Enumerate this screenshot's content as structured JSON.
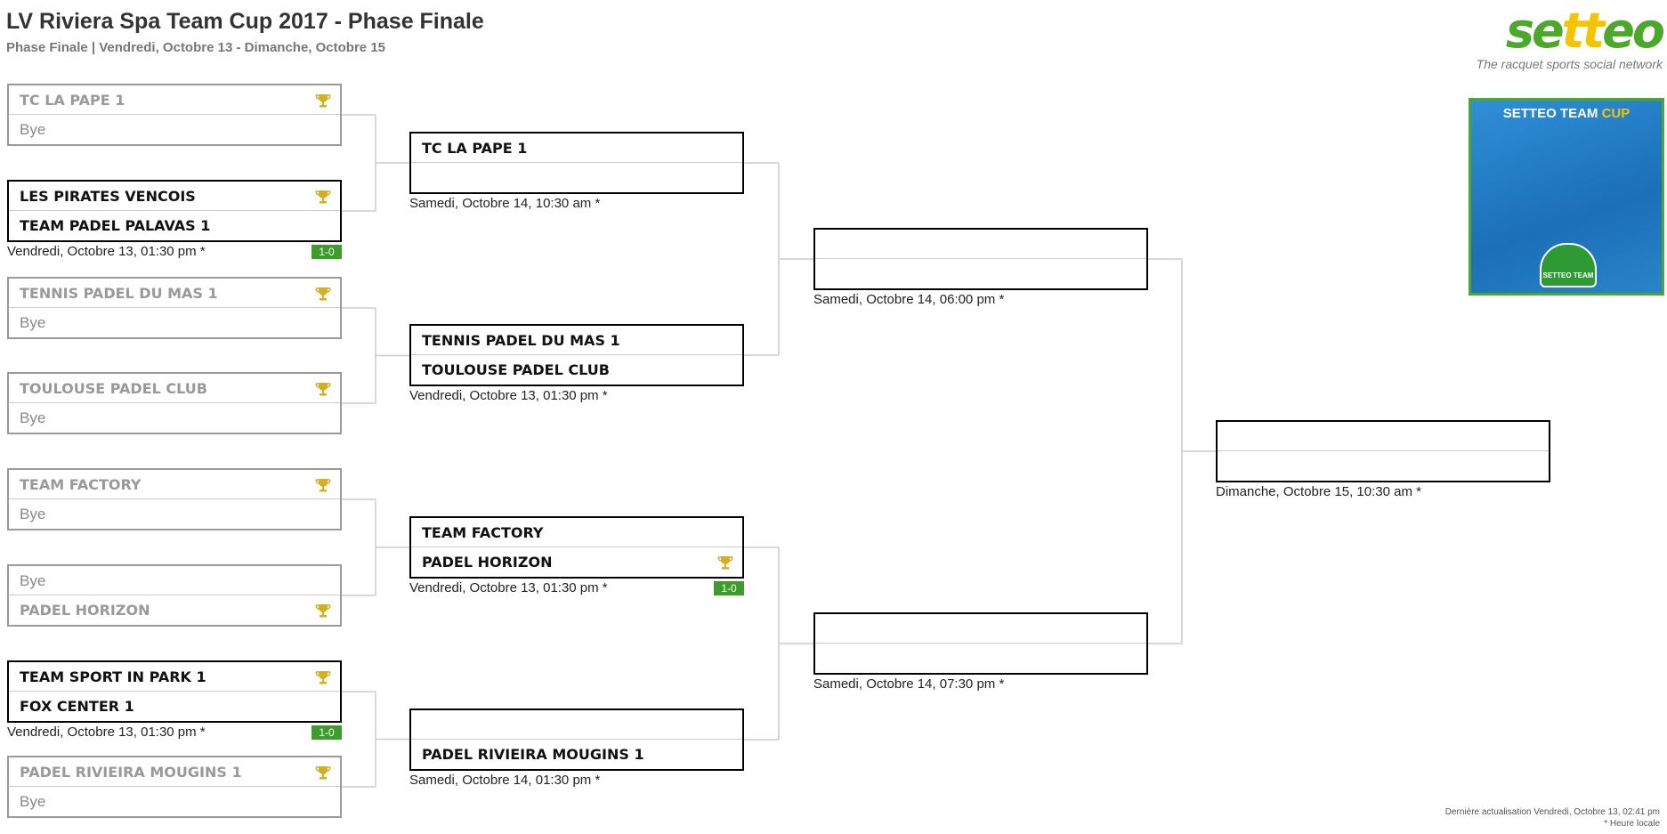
{
  "header": {
    "title": "LV Riviera Spa Team Cup 2017 - Phase Finale",
    "subtitle": "Phase Finale | Vendredi, Octobre 13 - Dimanche, Octobre 15"
  },
  "logo": {
    "word_a": "se",
    "word_b": "tt",
    "word_c": "eo",
    "tagline": "The racquet sports social network",
    "poster_title_a": "SETTEO TEAM ",
    "poster_title_b": "CUP",
    "poster_badge": "SETTEO TEAM"
  },
  "colors": {
    "accent": "#4ba82a",
    "trophy": "#d4b021",
    "score_bg": "#3c9d2a",
    "connector": "#cccccc"
  },
  "rounds": [
    [
      {
        "status": "grey",
        "teams": [
          {
            "name": "TC LA PAPE 1",
            "winner": true
          },
          {
            "name": "Bye",
            "bye": true
          }
        ]
      },
      {
        "status": "played",
        "teams": [
          {
            "name": "LES PIRATES VENCOIS",
            "winner": true
          },
          {
            "name": "TEAM PADEL PALAVAS 1"
          }
        ],
        "date": "Vendredi, Octobre 13, 01:30 pm *",
        "score": "1-0"
      },
      {
        "status": "grey",
        "teams": [
          {
            "name": "TENNIS PADEL DU MAS 1",
            "winner": true
          },
          {
            "name": "Bye",
            "bye": true
          }
        ]
      },
      {
        "status": "grey",
        "teams": [
          {
            "name": "TOULOUSE PADEL CLUB",
            "winner": true
          },
          {
            "name": "Bye",
            "bye": true
          }
        ]
      },
      {
        "status": "grey",
        "teams": [
          {
            "name": "TEAM FACTORY",
            "winner": true
          },
          {
            "name": "Bye",
            "bye": true
          }
        ]
      },
      {
        "status": "grey",
        "teams": [
          {
            "name": "Bye",
            "bye": true
          },
          {
            "name": "PADEL HORIZON",
            "winner": true
          }
        ]
      },
      {
        "status": "played",
        "teams": [
          {
            "name": "TEAM SPORT IN PARK 1",
            "winner": true
          },
          {
            "name": "FOX CENTER 1"
          }
        ],
        "date": "Vendredi, Octobre 13, 01:30 pm *",
        "score": "1-0"
      },
      {
        "status": "grey",
        "teams": [
          {
            "name": "PADEL RIVIEIRA MOUGINS 1",
            "winner": true
          },
          {
            "name": "Bye",
            "bye": true
          }
        ]
      }
    ],
    [
      {
        "status": "open",
        "teams": [
          {
            "name": "TC LA PAPE 1"
          },
          {
            "name": ""
          }
        ],
        "date": "Samedi, Octobre 14, 10:30 am *"
      },
      {
        "status": "open",
        "teams": [
          {
            "name": "TENNIS PADEL DU MAS 1"
          },
          {
            "name": "TOULOUSE PADEL CLUB"
          }
        ],
        "date": "Vendredi, Octobre 13, 01:30 pm *"
      },
      {
        "status": "played",
        "teams": [
          {
            "name": "TEAM FACTORY"
          },
          {
            "name": "PADEL HORIZON",
            "winner": true
          }
        ],
        "date": "Vendredi, Octobre 13, 01:30 pm *",
        "score": "1-0"
      },
      {
        "status": "open",
        "teams": [
          {
            "name": ""
          },
          {
            "name": "PADEL RIVIEIRA MOUGINS 1"
          }
        ],
        "date": "Samedi, Octobre 14, 01:30 pm *"
      }
    ],
    [
      {
        "status": "open",
        "teams": [
          {
            "name": ""
          },
          {
            "name": ""
          }
        ],
        "date": "Samedi, Octobre 14, 06:00 pm *"
      },
      {
        "status": "open",
        "teams": [
          {
            "name": ""
          },
          {
            "name": ""
          }
        ],
        "date": "Samedi, Octobre 14, 07:30 pm *"
      }
    ],
    [
      {
        "status": "open",
        "teams": [
          {
            "name": ""
          },
          {
            "name": ""
          }
        ],
        "date": "Dimanche, Octobre 15, 10:30 am *"
      }
    ]
  ],
  "footer": {
    "updated": "Dernière actualisation Vendredi, Octobre 13, 02:41 pm",
    "note": "* Heure locale"
  }
}
